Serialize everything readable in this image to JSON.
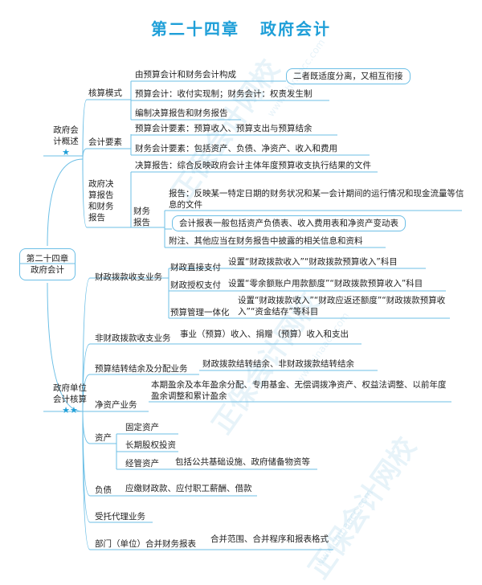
{
  "title": {
    "chapter": "第二十四章",
    "name": "政府会计"
  },
  "root": {
    "line1": "第二十四章",
    "line2": "政府会计"
  },
  "overview": {
    "label_line1": "政府会",
    "label_line2": "计概述",
    "star": "★",
    "accounting_mode": {
      "label": "核算模式",
      "item1": "由预算会计和财务会计构成",
      "note": "二者既适度分离，又相互衔接",
      "item2": "预算会计：收付实现制；财务会计：权责发生制",
      "item3": "编制决算报告和财务报告"
    },
    "elements": {
      "label": "会计要素",
      "item1": "预算会计要素：预算收入、预算支出与预算结余",
      "item2": "财务会计要素：包括资产、负债、净资产、收入和费用"
    },
    "reports": {
      "label_line1": "政府决",
      "label_line2": "算报告",
      "label_line3": "和财务",
      "label_line4": "报告",
      "final_report": "决算报告：综合反映政府会计主体年度预算收支执行结果的文件",
      "financial": {
        "label_line1": "财务",
        "label_line2": "报告",
        "item1": "报告：反映某一特定日期的财务状况和某一会计期间的运行情况和现金流量等信息的文件",
        "item2": "会计报表一般包括资产负债表、收入费用表和净资产变动表",
        "item3": "附注、其他应当在财务报告中披露的相关信息和资料"
      }
    }
  },
  "business": {
    "label_line1": "政府单位",
    "label_line2": "会计核算",
    "stars": "★★",
    "fiscal": {
      "label": "财政拨款收支业务",
      "direct": {
        "label": "财政直接支付",
        "text": "设置“财政拨款收入”“财政拨款预算收入”科目"
      },
      "authorized": {
        "label": "财政授权支付",
        "text": "设置“零余额账户用款额度”“财政拨款预算收入”科目"
      },
      "integrated": {
        "label": "预算管理一体化",
        "text": "设置“财政拨款收入”“财政应返还额度”“财政拨款预算收入”“资金结存”等科目"
      }
    },
    "non_fiscal": {
      "label": "非财政拨款收支业务",
      "text": "事业（预算）收入、捐赠（预算）收入和支出"
    },
    "carryover": {
      "label": "预算结转结余及分配业务",
      "text": "财政拨款结转结余、非财政拨款结转结余"
    },
    "net_assets": {
      "label": "净资产业务",
      "text": "本期盈余及本年盈余分配、专用基金、无偿调拨净资产、权益法调整、以前年度盈余调整和累计盈余"
    },
    "assets": {
      "label": "资产",
      "fixed": "固定资产",
      "long_term": "长期股权投资",
      "managed": {
        "label": "经管资产",
        "text": "包括公共基础设施、政府储备物资等"
      }
    },
    "liabilities": {
      "label": "负债",
      "text": "应缴财政款、应付职工薪酬、借款"
    },
    "entrusted": {
      "label": "受托代理业务"
    },
    "consolidated": {
      "label": "部门（单位）合并财务报表",
      "text": "合并范围、合并程序和报表格式"
    }
  },
  "colors": {
    "accent": "#1f9fd8",
    "line": "#6cbfe6"
  }
}
